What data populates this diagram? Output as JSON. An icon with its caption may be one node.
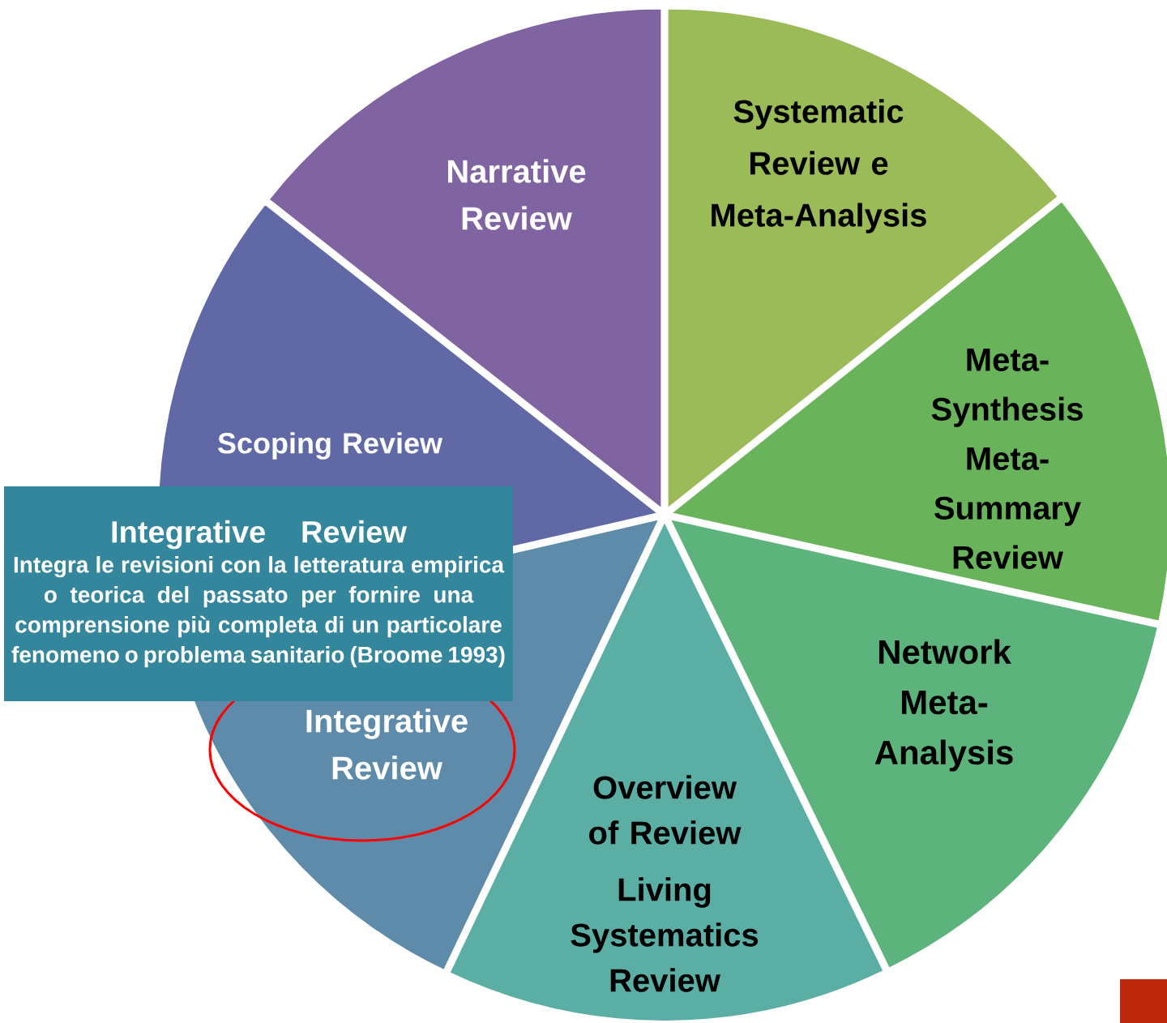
{
  "diagram": {
    "nodes": [
      {
        "text": [
          "Narrative Review"
        ]
      },
      {
        "text": [
          "Systematic Review e Meta-Analysis"
        ]
      },
      {
        "text": [
          "Meta-Synthesis Meta-Summary Review"
        ]
      },
      {
        "text": [
          "Network Meta-Analysis"
        ]
      },
      {
        "text": [
          "Overview of Review",
          "Living Systematics Review"
        ]
      },
      {
        "text": [
          "Integrative Review"
        ]
      },
      {
        "text": [
          "Scoping Review"
        ]
      },
      {
        "text": [
          "Integrative Review",
          "Integra le revisioni con la letteratura empirica o teorica del passato per fornire una comprensione più completa di un particolare fenomeno o problema sanitario (Broome 1993)"
        ]
      }
    ]
  }
}
